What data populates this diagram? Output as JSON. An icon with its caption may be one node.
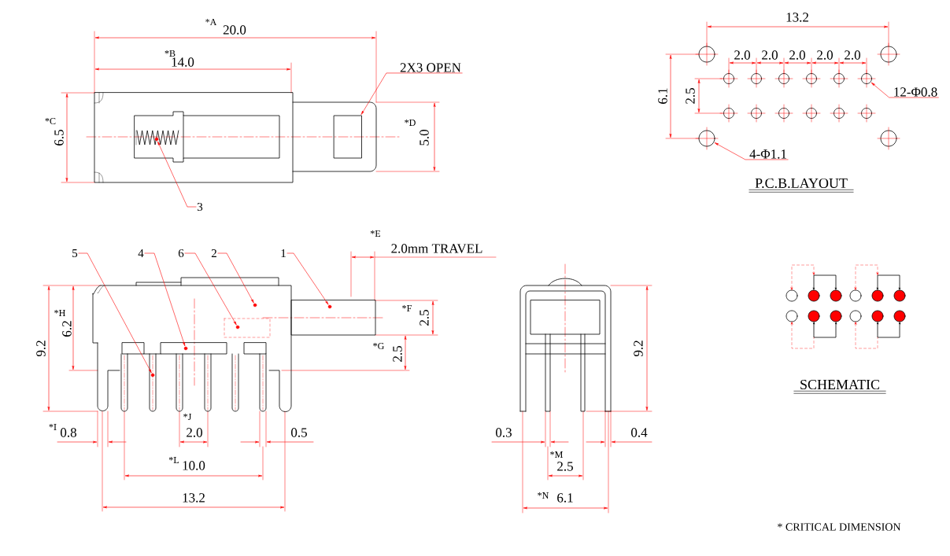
{
  "diagram": {
    "nodes": [
      {
        "text": [
          "2X3 OPEN"
        ]
      },
      {
        "text": [],
        "shape": "box"
      },
      {
        "text": [
          "3"
        ]
      },
      {
        "text": [],
        "shape": "circle"
      },
      {
        "text": [
          "5"
        ]
      },
      {
        "text": [],
        "shape": "circle"
      },
      {
        "text": [
          "4"
        ]
      },
      {
        "text": [],
        "shape": "circle"
      },
      {
        "text": [
          "6"
        ]
      },
      {
        "text": [],
        "shape": "circle"
      },
      {
        "text": [
          "2"
        ]
      },
      {
        "text": [],
        "shape": "circle"
      },
      {
        "text": [
          "1"
        ]
      },
      {
        "text": [],
        "shape": "circle"
      },
      {
        "text": [
          "12-Φ0.8"
        ]
      },
      {
        "text": [],
        "shape": "circle"
      },
      {
        "text": [
          "4-Φ1.1"
        ]
      },
      {
        "text": [],
        "shape": "circle"
      }
    ],
    "edges": [
      {
        "from": 0,
        "to": 1,
        "arrow": "to"
      },
      {
        "from": 2,
        "to": 3,
        "arrow": "to"
      },
      {
        "from": 4,
        "to": 5,
        "arrow": "to"
      },
      {
        "from": 6,
        "to": 7,
        "arrow": "to"
      },
      {
        "from": 8,
        "to": 9,
        "arrow": "to"
      },
      {
        "from": 10,
        "to": 11,
        "arrow": "to"
      },
      {
        "from": 12,
        "to": 13,
        "arrow": "to"
      },
      {
        "from": 14,
        "to": 15,
        "arrow": "to"
      },
      {
        "from": 16,
        "to": 17,
        "arrow": "to"
      }
    ],
    "labels": [
      "*A",
      "20.0",
      "*B",
      "14.0",
      "*C",
      "6.5",
      "*D",
      "5.0",
      "13.2",
      "2.0",
      "2.0",
      "2.0",
      "2.0",
      "2.0",
      "6.1",
      "2.5",
      "P.C.B.LAYOUT",
      "*E",
      "2.0mm TRAVEL",
      "*H",
      "6.2",
      "9.2",
      "*F",
      "2.5",
      "*G",
      "2.5",
      "*I",
      "0.8",
      "*J",
      "2.0",
      "0.5",
      "*L",
      "10.0",
      "13.2",
      "0.3",
      "0.4",
      "9.2",
      "*M",
      "2.5",
      "*N",
      "6.1",
      "SCHEMATIC",
      "* CRITICAL  DIMENSION"
    ]
  }
}
